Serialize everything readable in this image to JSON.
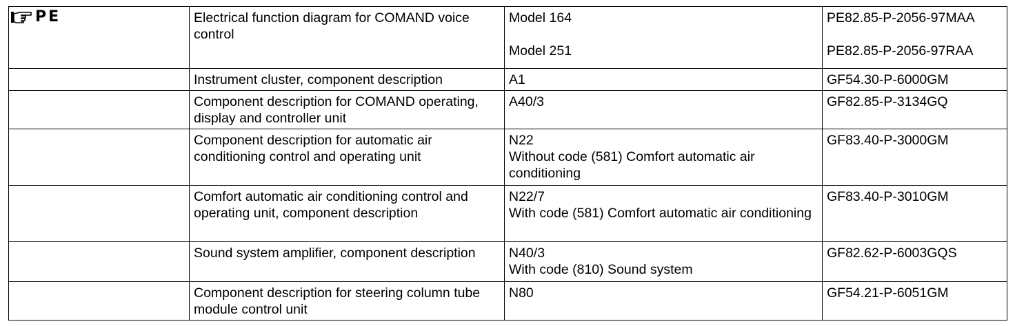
{
  "header": {
    "mark_label": "PE",
    "icon": "pointing-hand-icon"
  },
  "rows": [
    {
      "description": "Electrical function diagram for COMAND voice control",
      "scope": [
        "Model 164",
        "Model 251"
      ],
      "document": [
        "PE82.85-P-2056-97MAA",
        "PE82.85-P-2056-97RAA"
      ]
    },
    {
      "description": "Instrument cluster, component description",
      "scope": [
        "A1"
      ],
      "document": [
        "GF54.30-P-6000GM"
      ]
    },
    {
      "description": "Component description for COMAND operating, display and controller unit",
      "scope": [
        "A40/3"
      ],
      "document": [
        "GF82.85-P-3134GQ"
      ]
    },
    {
      "description": "Component description for automatic air conditioning control and operating unit",
      "scope": [
        "N22",
        "Without code (581) Comfort automatic air conditioning"
      ],
      "document": [
        "GF83.40-P-3000GM"
      ]
    },
    {
      "description": "Comfort automatic air conditioning control and operating unit, component description",
      "scope": [
        "N22/7",
        "With code (581) Comfort automatic air conditioning"
      ],
      "document": [
        "GF83.40-P-3010GM"
      ]
    },
    {
      "description": "Sound system amplifier, component description",
      "scope": [
        "N40/3",
        "With code (810) Sound system"
      ],
      "document": [
        "GF82.62-P-6003GQS"
      ]
    },
    {
      "description": "Component description for steering column tube module control unit",
      "scope": [
        "N80"
      ],
      "document": [
        "GF54.21-P-6051GM"
      ]
    }
  ]
}
